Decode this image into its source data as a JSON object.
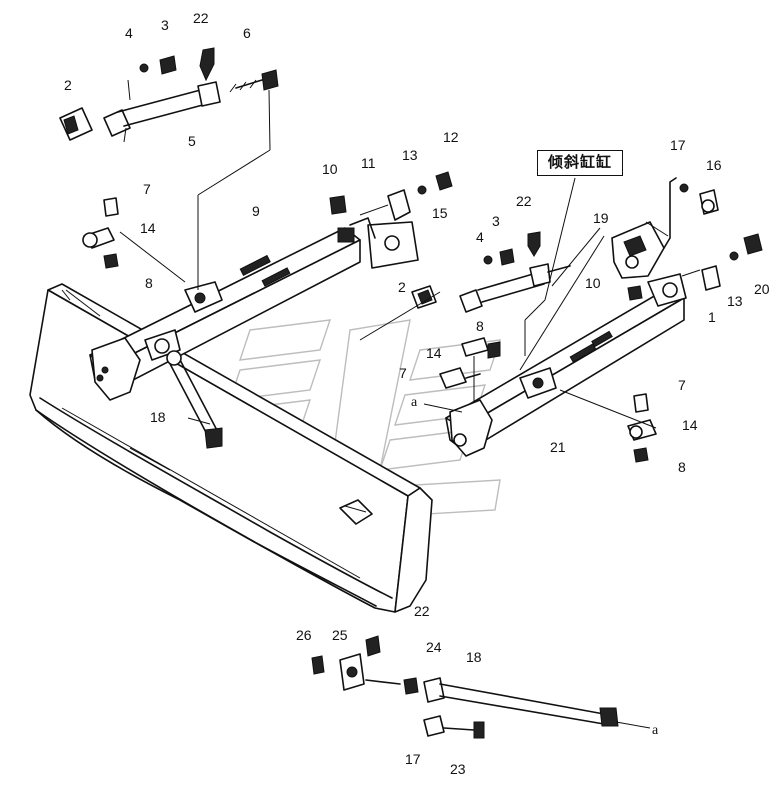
{
  "callout": {
    "text": "倾斜缸缸"
  },
  "part_labels": [
    {
      "id": "l4a",
      "text": "4"
    },
    {
      "id": "l3a",
      "text": "3"
    },
    {
      "id": "l22a",
      "text": "22"
    },
    {
      "id": "l6",
      "text": "6"
    },
    {
      "id": "l2a",
      "text": "2"
    },
    {
      "id": "l5",
      "text": "5"
    },
    {
      "id": "l10a",
      "text": "10"
    },
    {
      "id": "l11",
      "text": "11"
    },
    {
      "id": "l13a",
      "text": "13"
    },
    {
      "id": "l12",
      "text": "12"
    },
    {
      "id": "l7a",
      "text": "7"
    },
    {
      "id": "l9",
      "text": "9"
    },
    {
      "id": "l15",
      "text": "15"
    },
    {
      "id": "l14a",
      "text": "14"
    },
    {
      "id": "l8a",
      "text": "8"
    },
    {
      "id": "l22b",
      "text": "22"
    },
    {
      "id": "l4b",
      "text": "4"
    },
    {
      "id": "l3b",
      "text": "3"
    },
    {
      "id": "l17a",
      "text": "17"
    },
    {
      "id": "l16",
      "text": "16"
    },
    {
      "id": "l19",
      "text": "19"
    },
    {
      "id": "l2b",
      "text": "2"
    },
    {
      "id": "l10b",
      "text": "10"
    },
    {
      "id": "l13b",
      "text": "13"
    },
    {
      "id": "l20",
      "text": "20"
    },
    {
      "id": "l1",
      "text": "1"
    },
    {
      "id": "l8b",
      "text": "8"
    },
    {
      "id": "l14b",
      "text": "14"
    },
    {
      "id": "l7b",
      "text": "7"
    },
    {
      "id": "la1",
      "text": "a"
    },
    {
      "id": "l18a",
      "text": "18"
    },
    {
      "id": "l21",
      "text": "21"
    },
    {
      "id": "l7c",
      "text": "7"
    },
    {
      "id": "l14c",
      "text": "14"
    },
    {
      "id": "l8c",
      "text": "8"
    },
    {
      "id": "l22c",
      "text": "22"
    },
    {
      "id": "l26",
      "text": "26"
    },
    {
      "id": "l25",
      "text": "25"
    },
    {
      "id": "l24",
      "text": "24"
    },
    {
      "id": "l18b",
      "text": "18"
    },
    {
      "id": "la2",
      "text": "a"
    },
    {
      "id": "l17b",
      "text": "17"
    },
    {
      "id": "l23",
      "text": "23"
    }
  ]
}
